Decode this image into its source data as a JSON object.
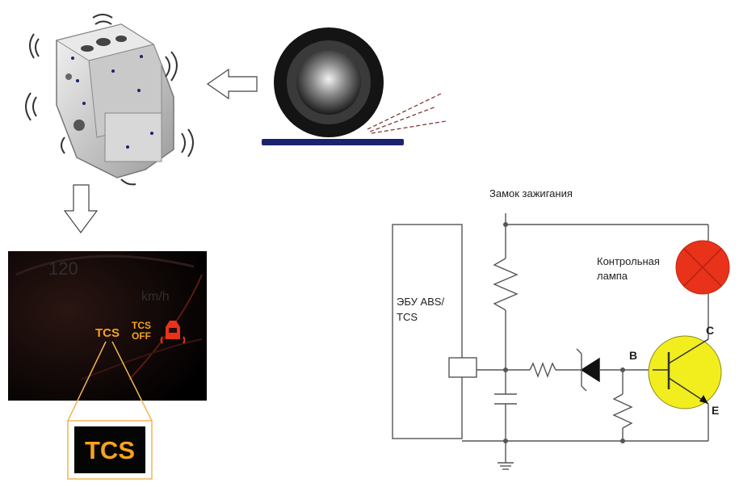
{
  "labels": {
    "ignition_switch": "Замок зажигания",
    "control_lamp_line1": "Контрольная",
    "control_lamp_line2": "лампа",
    "ecu_line1": "ЭБУ ABS/",
    "ecu_line2": "TCS",
    "terminal_b": "B",
    "terminal_c": "C",
    "terminal_e": "E"
  },
  "dashboard": {
    "speed_number": "120",
    "unit": "km/h",
    "tcs": "TCS",
    "tcs_off_line1": "TCS",
    "tcs_off_line2": "OFF"
  },
  "zoom": {
    "tcs": "TCS"
  },
  "colors": {
    "lamp": "#e8321a",
    "transistor": "#f2ee1e",
    "indicator": "#f6a21e",
    "road": "#1b2370",
    "wire": "#555555"
  }
}
